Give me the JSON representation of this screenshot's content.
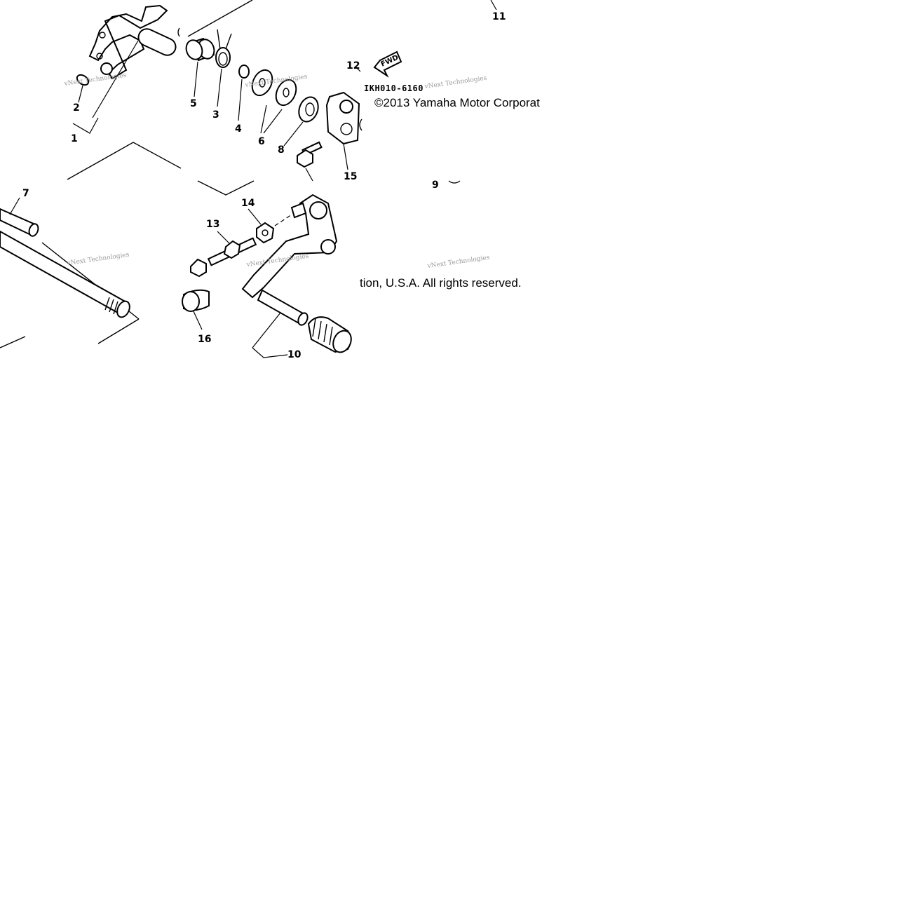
{
  "diagram": {
    "callouts": [
      "1",
      "2",
      "3",
      "4",
      "5",
      "6",
      "7",
      "8",
      "9",
      "10",
      "11",
      "12",
      "13",
      "14",
      "15",
      "16"
    ],
    "drawing_code": "IKH010-6160",
    "direction_marker": "FWD",
    "copyright_line_1": "©2013 Yamaha Motor Corporat",
    "copyright_line_2": "tion, U.S.A. All rights reserved.",
    "watermark": "vNext Technologies"
  }
}
